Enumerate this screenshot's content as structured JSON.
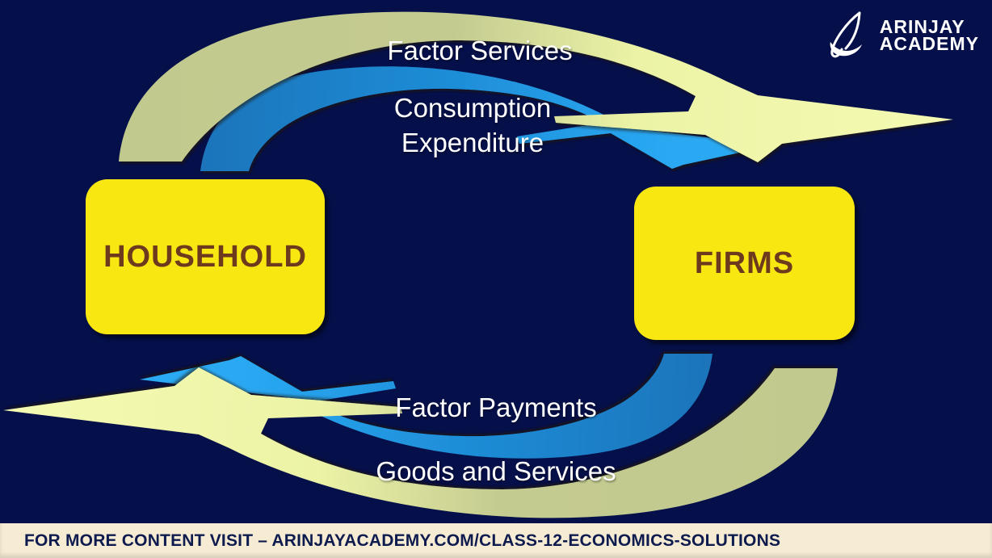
{
  "title": "Circular flow of income diagram",
  "colors": {
    "background": "#05104a",
    "node_fill": "#f8e711",
    "node_text": "#6e3a1d",
    "label_text": "#ffffff",
    "arrow_khaki": "#c2c98e",
    "arrow_pale_yellow": "#f5fab2",
    "arrow_blue_dark": "#1a74ba",
    "arrow_blue_light": "#2cabf4",
    "footer_bg": "#f6ecd4",
    "footer_text": "#0e1b4f"
  },
  "nodes": {
    "household": {
      "label": "HOUSEHOLD"
    },
    "firms": {
      "label": "FIRMS"
    }
  },
  "flows": {
    "factor_services": {
      "label": "Factor Services",
      "direction": "household-to-firms"
    },
    "consumption_expenditure": {
      "label_line1": "Consumption",
      "label_line2": "Expenditure",
      "direction": "household-to-firms"
    },
    "factor_payments": {
      "label": "Factor Payments",
      "direction": "firms-to-household"
    },
    "goods_and_services": {
      "label": "Goods and Services",
      "direction": "firms-to-household"
    }
  },
  "logo": {
    "line1": "ARINJAY",
    "line2": "ACADEMY"
  },
  "footer": {
    "text": "FOR MORE CONTENT VISIT – ARINJAYACADEMY.COM/CLASS-12-ECONOMICS-SOLUTIONS"
  }
}
